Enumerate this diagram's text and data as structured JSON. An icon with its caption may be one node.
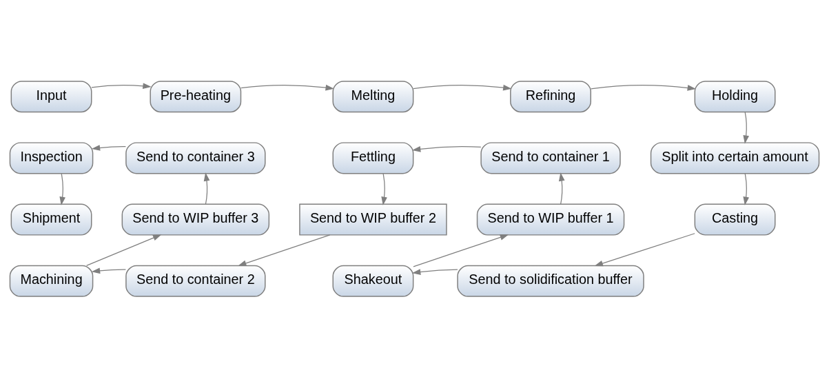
{
  "diagram": {
    "nodes": [
      {
        "text": [
          "Input"
        ]
      },
      {
        "text": [
          "Pre-heating"
        ]
      },
      {
        "text": [
          "Melting"
        ]
      },
      {
        "text": [
          "Refining"
        ]
      },
      {
        "text": [
          "Holding"
        ]
      },
      {
        "text": [
          "Split into certain amount"
        ]
      },
      {
        "text": [
          "Casting"
        ]
      },
      {
        "text": [
          "Send to solidification buffer"
        ]
      },
      {
        "text": [
          "Shakeout"
        ]
      },
      {
        "text": [
          "Send to WIP buffer 1"
        ]
      },
      {
        "text": [
          "Send to container 1"
        ]
      },
      {
        "text": [
          "Fettling"
        ]
      },
      {
        "text": [
          "Send to WIP buffer 2"
        ]
      },
      {
        "text": [
          "Send to container 2"
        ]
      },
      {
        "text": [
          "Machining"
        ]
      },
      {
        "text": [
          "Send to WIP buffer 3"
        ]
      },
      {
        "text": [
          "Send to container 3"
        ]
      },
      {
        "text": [
          "Inspection"
        ]
      },
      {
        "text": [
          "Shipment"
        ]
      }
    ],
    "edges": [
      {
        "from": 0,
        "to": 1,
        "arrow": "to"
      },
      {
        "from": 1,
        "to": 2,
        "arrow": "to"
      },
      {
        "from": 2,
        "to": 3,
        "arrow": "to"
      },
      {
        "from": 3,
        "to": 4,
        "arrow": "to"
      },
      {
        "from": 4,
        "to": 5,
        "arrow": "to"
      },
      {
        "from": 5,
        "to": 6,
        "arrow": "to"
      },
      {
        "from": 6,
        "to": 7,
        "arrow": "to"
      },
      {
        "from": 7,
        "to": 8,
        "arrow": "to"
      },
      {
        "from": 8,
        "to": 9,
        "arrow": "to"
      },
      {
        "from": 9,
        "to": 10,
        "arrow": "to"
      },
      {
        "from": 10,
        "to": 11,
        "arrow": "to"
      },
      {
        "from": 11,
        "to": 12,
        "arrow": "to"
      },
      {
        "from": 12,
        "to": 13,
        "arrow": "to"
      },
      {
        "from": 13,
        "to": 14,
        "arrow": "to"
      },
      {
        "from": 14,
        "to": 15,
        "arrow": "to"
      },
      {
        "from": 15,
        "to": 16,
        "arrow": "to"
      },
      {
        "from": 16,
        "to": 17,
        "arrow": "to"
      },
      {
        "from": 17,
        "to": 18,
        "arrow": "to"
      }
    ]
  }
}
